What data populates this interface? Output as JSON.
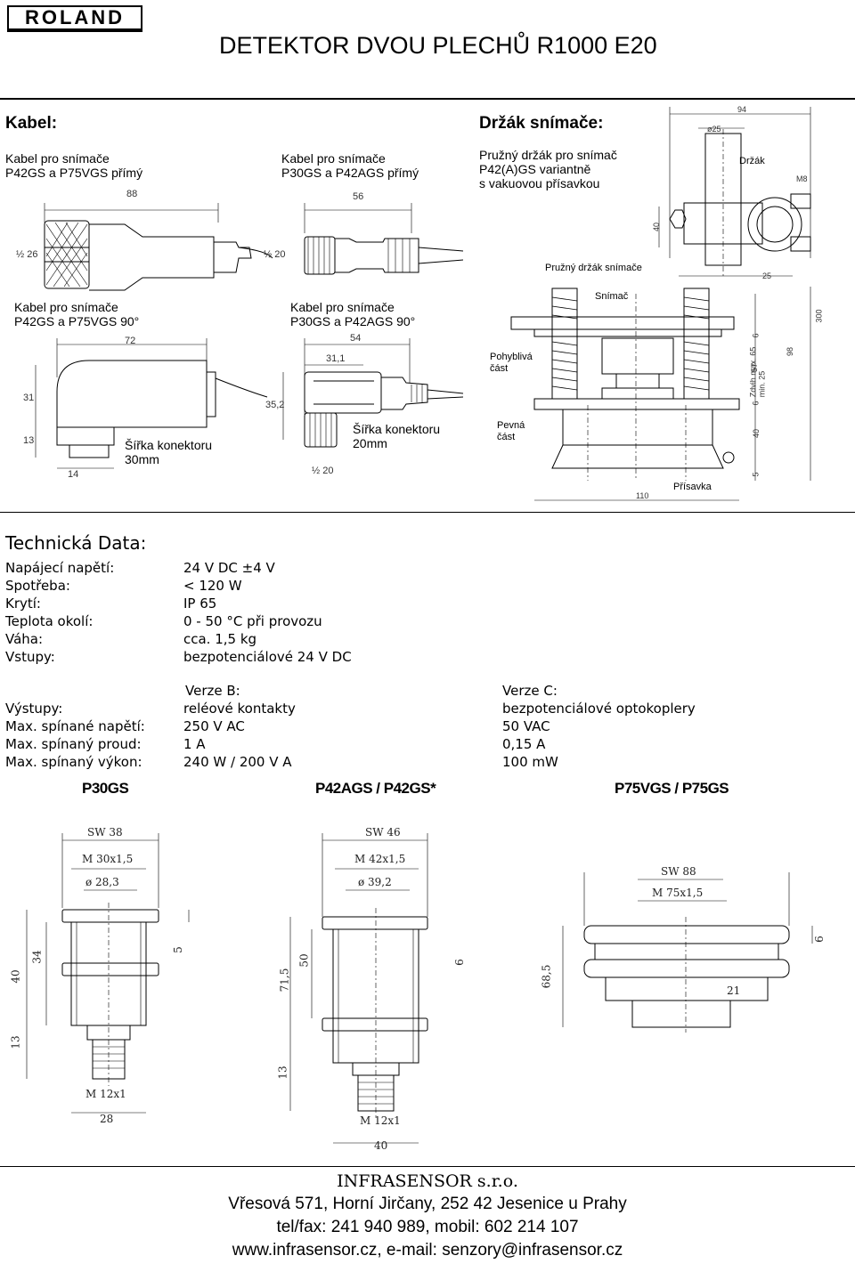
{
  "logo": "ROLAND",
  "title": "DETEKTOR DVOU PLECHŮ R1000 E20",
  "kabel": {
    "heading": "Kabel:",
    "c1_line1": "Kabel pro snímače",
    "c1_line2": "P42GS a P75VGS přímý",
    "c1_dim": "88",
    "c1_d": "½ 26",
    "c2_line1": "Kabel pro snímače",
    "c2_line2": "P30GS a P42AGS přímý",
    "c2_dim": "56",
    "c2_d": "½ 20",
    "c3_line1": "Kabel pro snímače",
    "c3_line2": "P42GS a P75VGS 90°",
    "c3_dim": "72",
    "c3_h": "31",
    "c3_h2": "13",
    "c3_w": "14",
    "c3_width": "Šířka konektoru",
    "c3_width_val": "30mm",
    "c4_line1": "Kabel pro snímače",
    "c4_line2": "P30GS a P42AGS 90°",
    "c4_dim": "54",
    "c4_dim2": "31,1",
    "c4_h": "35,2",
    "c4_d": "½ 20",
    "c4_width": "Šířka konektoru",
    "c4_width_val": "20mm"
  },
  "drzak": {
    "heading": "Držák snímače:",
    "desc1": "Pružný držák pro snímač",
    "desc2": "P42(A)GS variantně",
    "desc3": "s vakuovou přísavkou",
    "d94": "94",
    "d25": "ø25",
    "drzak_label": "Držák",
    "m8": "M8",
    "d40": "40",
    "d25b": "25",
    "pruzny": "Pružný držák snímače",
    "snimac": "Snímač",
    "d300": "300",
    "d6": "6",
    "d98": "98",
    "d57": "57",
    "zdvih1": "Zdvih max. 65",
    "zdvih2": "min. 25",
    "pohybliva1": "Pohyblivá",
    "pohybliva2": "část",
    "pevna1": "Pevná",
    "pevna2": "část",
    "d6b": "6",
    "d40b": "40",
    "d5": "5",
    "d110": "110",
    "prisavka": "Přísavka"
  },
  "tech": {
    "heading": "Technická Data:",
    "rows": [
      {
        "label": "Napájecí napětí:",
        "value": "24 V DC ±4 V"
      },
      {
        "label": "Spotřeba:",
        "value": "< 120 W"
      },
      {
        "label": "Krytí:",
        "value": "IP 65"
      },
      {
        "label": "Teplota okolí:",
        "value": "0 - 50 °C  při provozu"
      },
      {
        "label": "Váha:",
        "value": "cca. 1,5 kg"
      },
      {
        "label": "Vstupy:",
        "value": "bezpotenciálové 24 V DC"
      }
    ],
    "verze_b": "Verze B:",
    "verze_c": "Verze C:",
    "out_rows": [
      {
        "label": "Výstupy:",
        "b": "reléové kontakty",
        "c": "bezpotenciálové optokoplery"
      },
      {
        "label": "Max. spínané napětí:",
        "b": "250 V AC",
        "c": "50 VAC"
      },
      {
        "label": "Max. spínaný proud:",
        "b": "1 A",
        "c": "0,15 A"
      },
      {
        "label": "Max. spínaný výkon:",
        "b": "240 W / 200 V A",
        "c": "100 mW"
      }
    ]
  },
  "models": {
    "m1": "P30GS",
    "m2": "P42AGS / P42GS*",
    "m3": "P75VGS / P75GS",
    "p30": {
      "sw": "SW 38",
      "thread": "M 30x1,5",
      "dia": "ø 28,3",
      "h40": "40",
      "h34": "34",
      "h5": "5",
      "h13": "13",
      "m12": "M 12x1",
      "w28": "28"
    },
    "p42": {
      "sw": "SW 46",
      "thread": "M 42x1,5",
      "dia": "ø  39,2",
      "h715": "71,5",
      "h50": "50",
      "h6": "6",
      "h13": "13",
      "m12": "M 12x1",
      "w40": "40"
    },
    "p75": {
      "sw": "SW 88",
      "thread": "M 75x1,5",
      "h685": "68,5",
      "h6": "6",
      "h21": "21"
    }
  },
  "footer": {
    "company": "INFRASENSOR s.r.o.",
    "address": "Vřesová 571, Horní Jirčany, 252 42 Jesenice u Prahy",
    "phone": "tel/fax: 241 940 989, mobil: 602 214 107",
    "web": "www.infrasensor.cz, e-mail: senzory@infrasensor.cz"
  }
}
